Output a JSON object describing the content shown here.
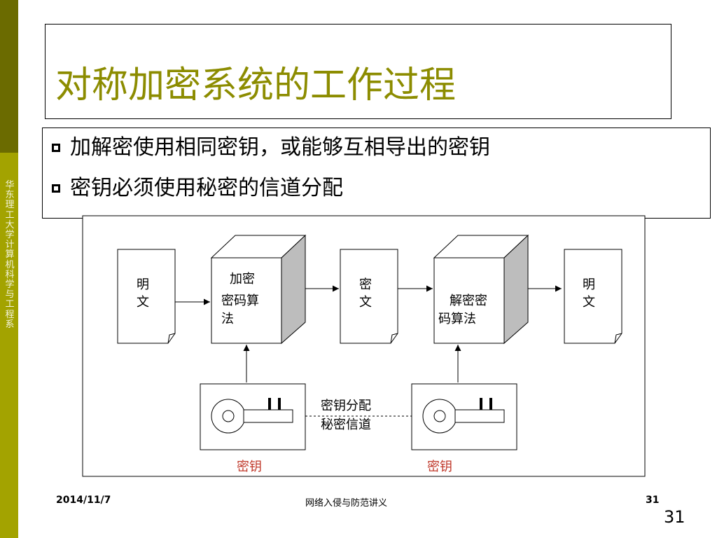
{
  "sidebar": {
    "text": "华东理工大学计算机科学与工程系"
  },
  "slide": {
    "title": "对称加密系统的工作过程",
    "bullets": [
      "加解密使用相同密钥，或能够互相导出的密钥",
      "密钥必须使用秘密的信道分配"
    ]
  },
  "diagram": {
    "plaintext_left": [
      "明",
      "文"
    ],
    "encrypt_algo": [
      "加密",
      "密码算",
      "法"
    ],
    "ciphertext": [
      "密",
      "文"
    ],
    "decrypt_algo": [
      "解密密",
      "码算法"
    ],
    "plaintext_right": [
      "明",
      "文"
    ],
    "channel": [
      "密钥分配",
      "秘密信道"
    ],
    "key_left_label": "密钥",
    "key_right_label": "密钥",
    "colors": {
      "key_label": "#c0392b",
      "title": "#8c8c00"
    }
  },
  "footer": {
    "date": "2014/11/7",
    "center": "网络入侵与防范讲义",
    "page": "31",
    "slide_number": "31"
  }
}
